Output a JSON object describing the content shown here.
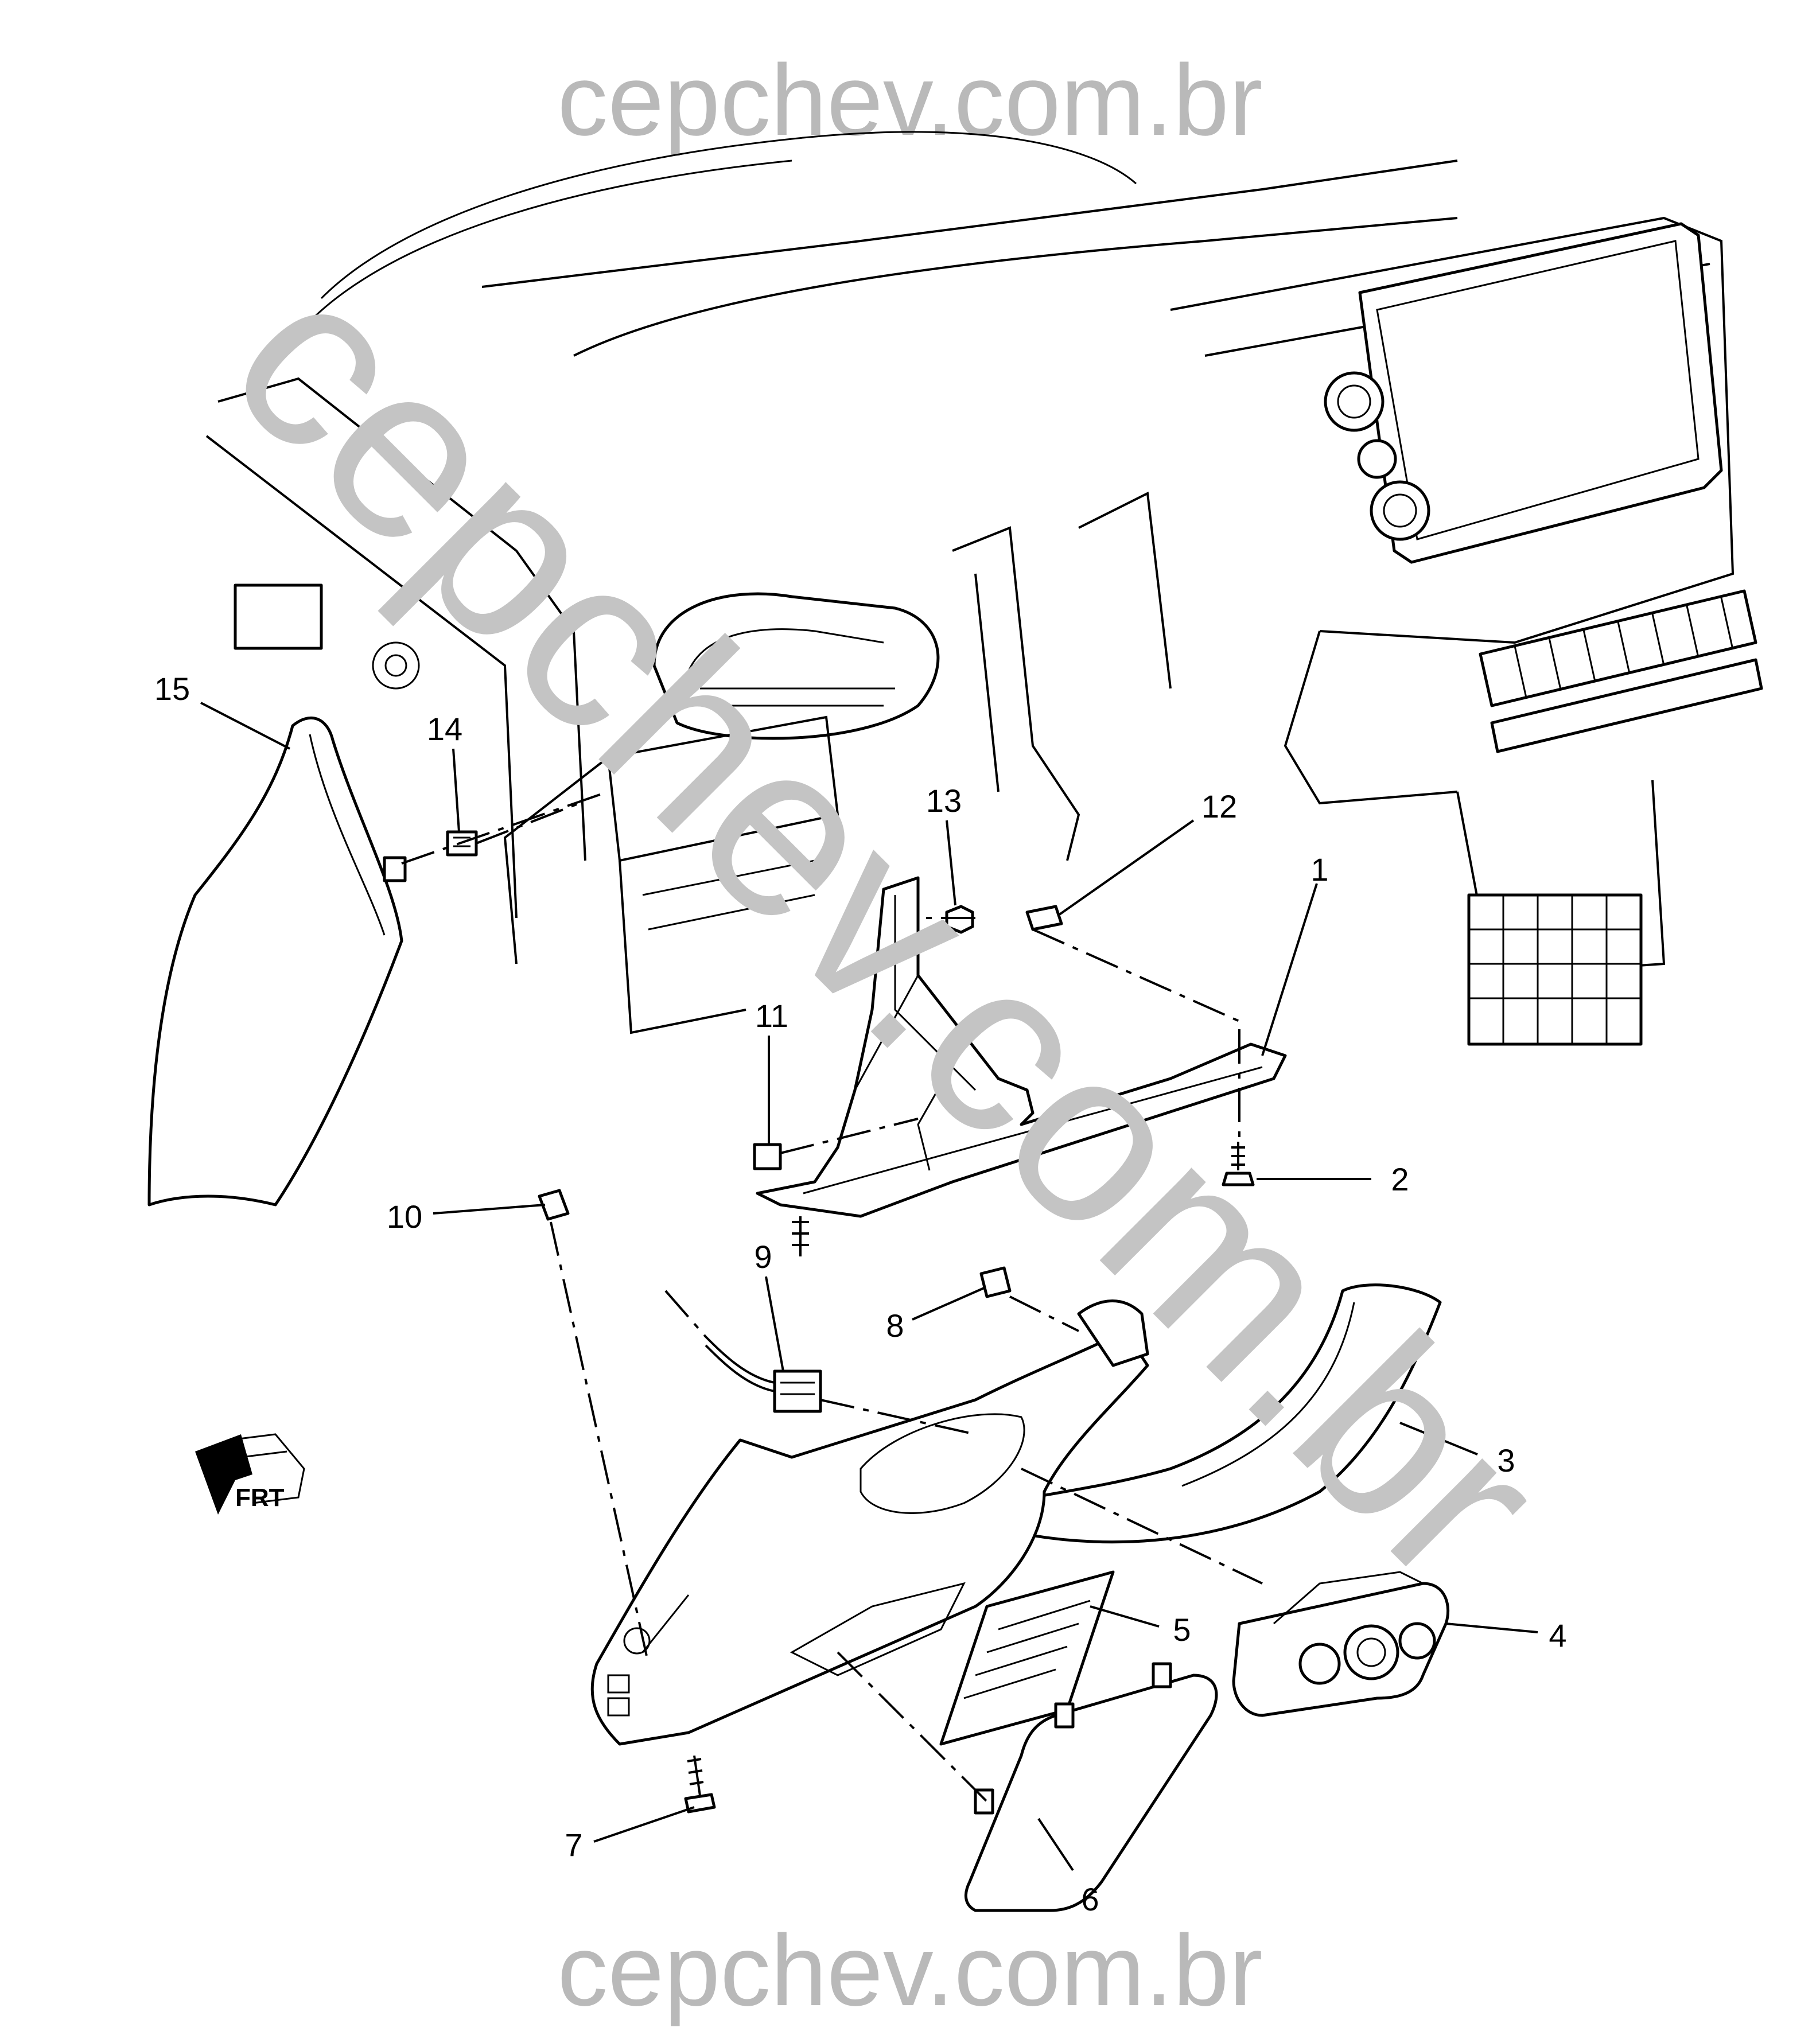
{
  "watermark": {
    "top": "cepchev.com.br",
    "bottom": "cepchev.com.br",
    "diagonal": "cepchev.com.br"
  },
  "orientation_marker": {
    "label": "FRT",
    "icon": "front-arrow-icon"
  },
  "callouts": [
    {
      "id": "c1",
      "label": "1"
    },
    {
      "id": "c2",
      "label": "2"
    },
    {
      "id": "c3",
      "label": "3"
    },
    {
      "id": "c4",
      "label": "4"
    },
    {
      "id": "c5",
      "label": "5"
    },
    {
      "id": "c6",
      "label": "6"
    },
    {
      "id": "c7",
      "label": "7"
    },
    {
      "id": "c8",
      "label": "8"
    },
    {
      "id": "c9",
      "label": "9"
    },
    {
      "id": "c10",
      "label": "10"
    },
    {
      "id": "c11",
      "label": "11"
    },
    {
      "id": "c12",
      "label": "12"
    },
    {
      "id": "c13",
      "label": "13"
    },
    {
      "id": "c14",
      "label": "14"
    },
    {
      "id": "c15",
      "label": "15"
    }
  ],
  "colors": {
    "line": "#000000",
    "watermark": "#b9b9b9",
    "background": "#ffffff"
  }
}
